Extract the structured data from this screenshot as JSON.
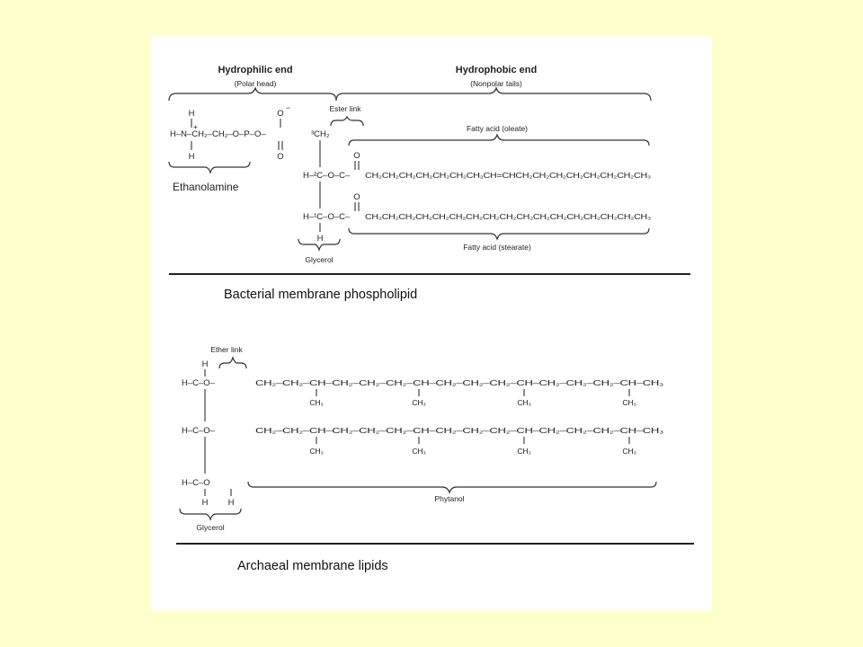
{
  "colors": {
    "page_background": "#ffffcc",
    "panel_background": "#ffffff",
    "ink": "#222222"
  },
  "bacterial": {
    "hydrophilic_title": "Hydrophilic end",
    "hydrophilic_sub": "(Polar head)",
    "hydrophobic_title": "Hydrophobic end",
    "hydrophobic_sub": "(Nonpolar tails)",
    "ester_link": "Ester link",
    "fatty_acid_top": "Fatty acid (oleate)",
    "fatty_acid_bottom": "Fatty acid (stearate)",
    "ethanolamine": "Ethanolamine",
    "glycerol": "Glycerol",
    "head_chain": "H–N–CH₂–CH₂–O–P–O–",
    "oleate_chain": "CH₂CH₂CH₂CH₂CH₂CH₂CH₂CH=CHCH₂CH₂CH₂CH₂CH₂CH₂CH₂CH₃",
    "stearate_chain": "CH₂CH₂CH₂CH₂CH₂CH₂CH₂CH₂CH₂CH₂CH₂CH₂CH₂CH₂CH₂CH₂CH₃",
    "caption": "Bacterial membrane phospholipid"
  },
  "archaeal": {
    "ether_link": "Ether link",
    "phytanol": "Phytanol",
    "glycerol": "Glycerol",
    "chain": "CH₂–CH₂–CH–CH₂–CH₂–CH₂–CH–CH₂–CH₂–CH₂–CH–CH₂–CH₂–CH₂–CH–CH₃",
    "methyl": "CH₃",
    "caption": "Archaeal membrane lipids"
  }
}
